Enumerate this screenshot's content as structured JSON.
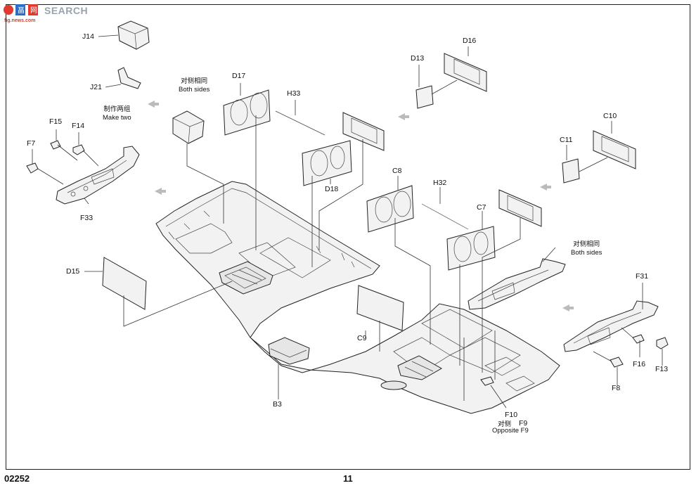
{
  "watermark": {
    "text": "SEARCH",
    "sub": "fig.news.com"
  },
  "footer": {
    "product_code": "02252",
    "page_number": "11"
  },
  "part_labels": {
    "J14": "J14",
    "J21": "J21",
    "F15": "F15",
    "F14": "F14",
    "F7": "F7",
    "F33": "F33",
    "D17": "D17",
    "H33": "H33",
    "D18": "D18",
    "D13": "D13",
    "D16": "D16",
    "C11": "C11",
    "C10": "C10",
    "C8": "C8",
    "H32": "H32",
    "C7": "C7",
    "D15": "D15",
    "C9": "C9",
    "B3": "B3",
    "F31": "F31",
    "F16": "F16",
    "F13": "F13",
    "F8": "F8",
    "F10": "F10",
    "F9": "F9"
  },
  "notes": {
    "make_two_cn": "制作两组",
    "make_two_en": "Make two",
    "both_sides_1_cn": "对侧相同",
    "both_sides_1_en": "Both sides",
    "both_sides_2_cn": "对侧相同",
    "both_sides_2_en": "Both sides",
    "opposite_cn": "对侧",
    "opposite_en": "Opposite F9"
  }
}
